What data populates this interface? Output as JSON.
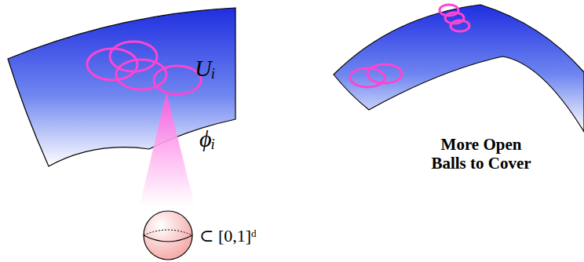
{
  "diagram": {
    "labels": [
      "Uᵢ",
      "ϕᵢ",
      "⊂ [0,1]ᵈ",
      "More Open Balls to Cover"
    ]
  }
}
